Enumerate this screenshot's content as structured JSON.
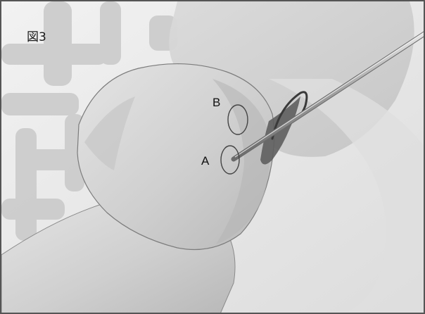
{
  "figure": {
    "label": "図3",
    "points": [
      {
        "id": "A",
        "label": "A"
      },
      {
        "id": "B",
        "label": "B"
      }
    ]
  },
  "colors": {
    "background": "#e9e9e9",
    "bone": "#d7d7d7",
    "bone_shadow": "#b9b9b9",
    "outline": "#7c7c7c",
    "needle": "#9a9a9a",
    "tissue": "#5e5e5e"
  },
  "icons": [
    "hip-anatomy-illustration",
    "needle-instrument",
    "suture-hook"
  ]
}
